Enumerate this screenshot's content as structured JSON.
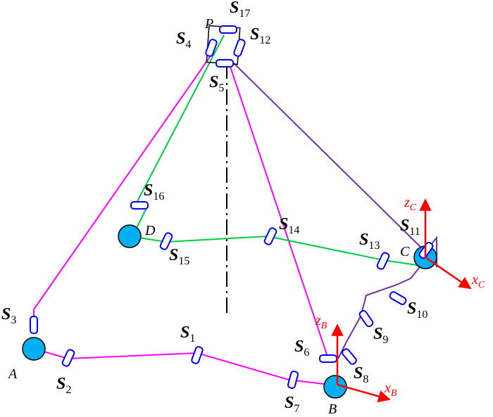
{
  "colors": {
    "chain_a": "#ff00ff",
    "chain_c": "#7030a0",
    "chain_d": "#00cc44",
    "joint": "#0000ff",
    "node": "#00b0f0",
    "axis": "#ff0000"
  },
  "points": {
    "A": "A",
    "B": "B",
    "C": "C",
    "D": "D",
    "P": "P"
  },
  "joints": {
    "s1": {
      "letter": "S",
      "sub": "1"
    },
    "s2": {
      "letter": "S",
      "sub": "2"
    },
    "s3": {
      "letter": "S",
      "sub": "3"
    },
    "s4": {
      "letter": "S",
      "sub": "4"
    },
    "s5": {
      "letter": "S",
      "sub": "5"
    },
    "s6": {
      "letter": "S",
      "sub": "6"
    },
    "s7": {
      "letter": "S",
      "sub": "7"
    },
    "s8": {
      "letter": "S",
      "sub": "8"
    },
    "s9": {
      "letter": "S",
      "sub": "9"
    },
    "s10": {
      "letter": "S",
      "sub": "10"
    },
    "s11": {
      "letter": "S",
      "sub": "11"
    },
    "s12": {
      "letter": "S",
      "sub": "12"
    },
    "s13": {
      "letter": "S",
      "sub": "13"
    },
    "s14": {
      "letter": "S",
      "sub": "14"
    },
    "s15": {
      "letter": "S",
      "sub": "15"
    },
    "s16": {
      "letter": "S",
      "sub": "16"
    },
    "s17": {
      "letter": "S",
      "sub": "17"
    }
  },
  "axes": {
    "zB": {
      "letter": "z",
      "sub": "B"
    },
    "xB": {
      "letter": "x",
      "sub": "B"
    },
    "zC": {
      "letter": "z",
      "sub": "C"
    },
    "xC": {
      "letter": "x",
      "sub": "C"
    }
  }
}
